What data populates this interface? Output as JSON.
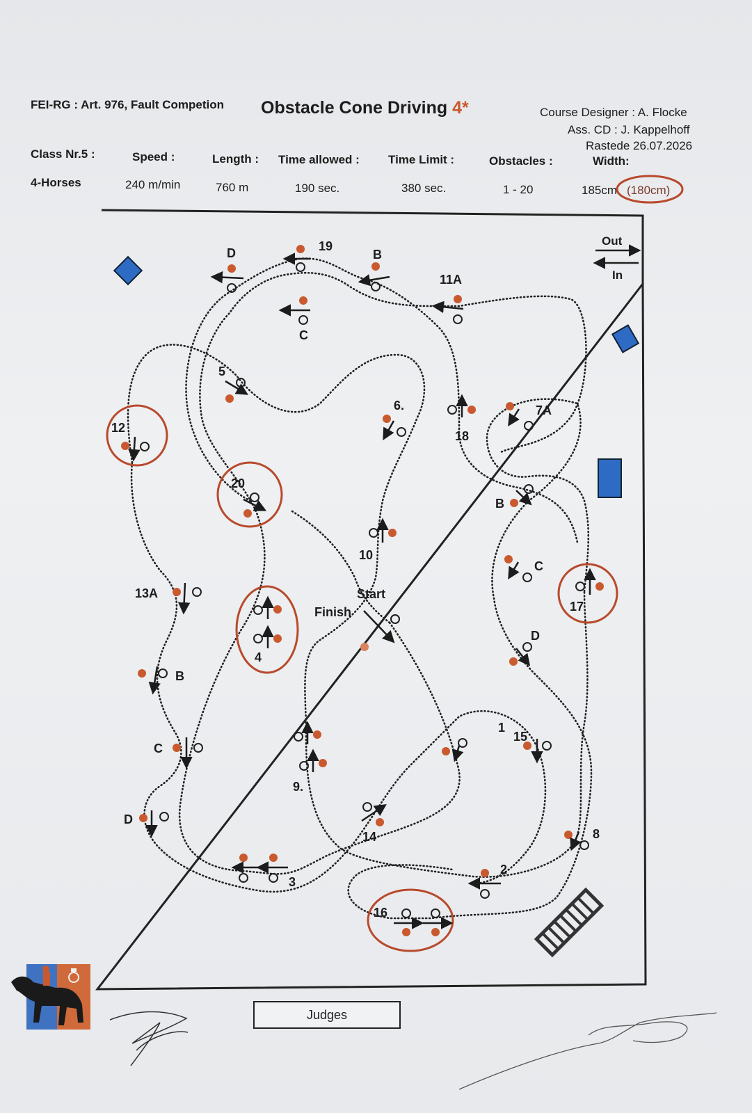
{
  "header": {
    "rule": "FEI-RG : Art. 976, Fault Competion",
    "title": "Obstacle Cone Driving",
    "title_suffix": "4*",
    "designer": "Course Designer : A. Flocke",
    "assistant": "Ass. CD : J. Kappelhoff",
    "place_date": "Rastede 26.07.2026"
  },
  "specs": {
    "class_label": "Class Nr.5 :",
    "class_value": "4-Horses",
    "speed_label": "Speed :",
    "speed_value": "240 m/min",
    "length_label": "Length :",
    "length_value": "760 m",
    "time_allowed_label": "Time allowed :",
    "time_allowed_value": "190 sec.",
    "time_limit_label": "Time Limit :",
    "time_limit_value": "380 sec.",
    "obstacles_label": "Obstacles :",
    "obstacles_value": "1 - 20",
    "width_label": "Width:",
    "width_value": "185cm",
    "width_alt": "(180cm)"
  },
  "arena": {
    "out_label": "Out",
    "in_label": "In",
    "start_label": "Start",
    "finish_label": "Finish",
    "judges_label": "Judges"
  },
  "obstacles": [
    "1",
    "2",
    "3",
    "4",
    "5",
    "6.",
    "7A",
    "8",
    "9.",
    "10",
    "11A",
    "12",
    "13A",
    "14",
    "15",
    "16",
    "17",
    "18",
    "19",
    "20"
  ],
  "letters": {
    "b": "B",
    "c": "C",
    "d": "D"
  },
  "colors": {
    "cone_red": "#c9592e",
    "circle_red": "#b84a2c",
    "ink": "#1c1c1c"
  }
}
